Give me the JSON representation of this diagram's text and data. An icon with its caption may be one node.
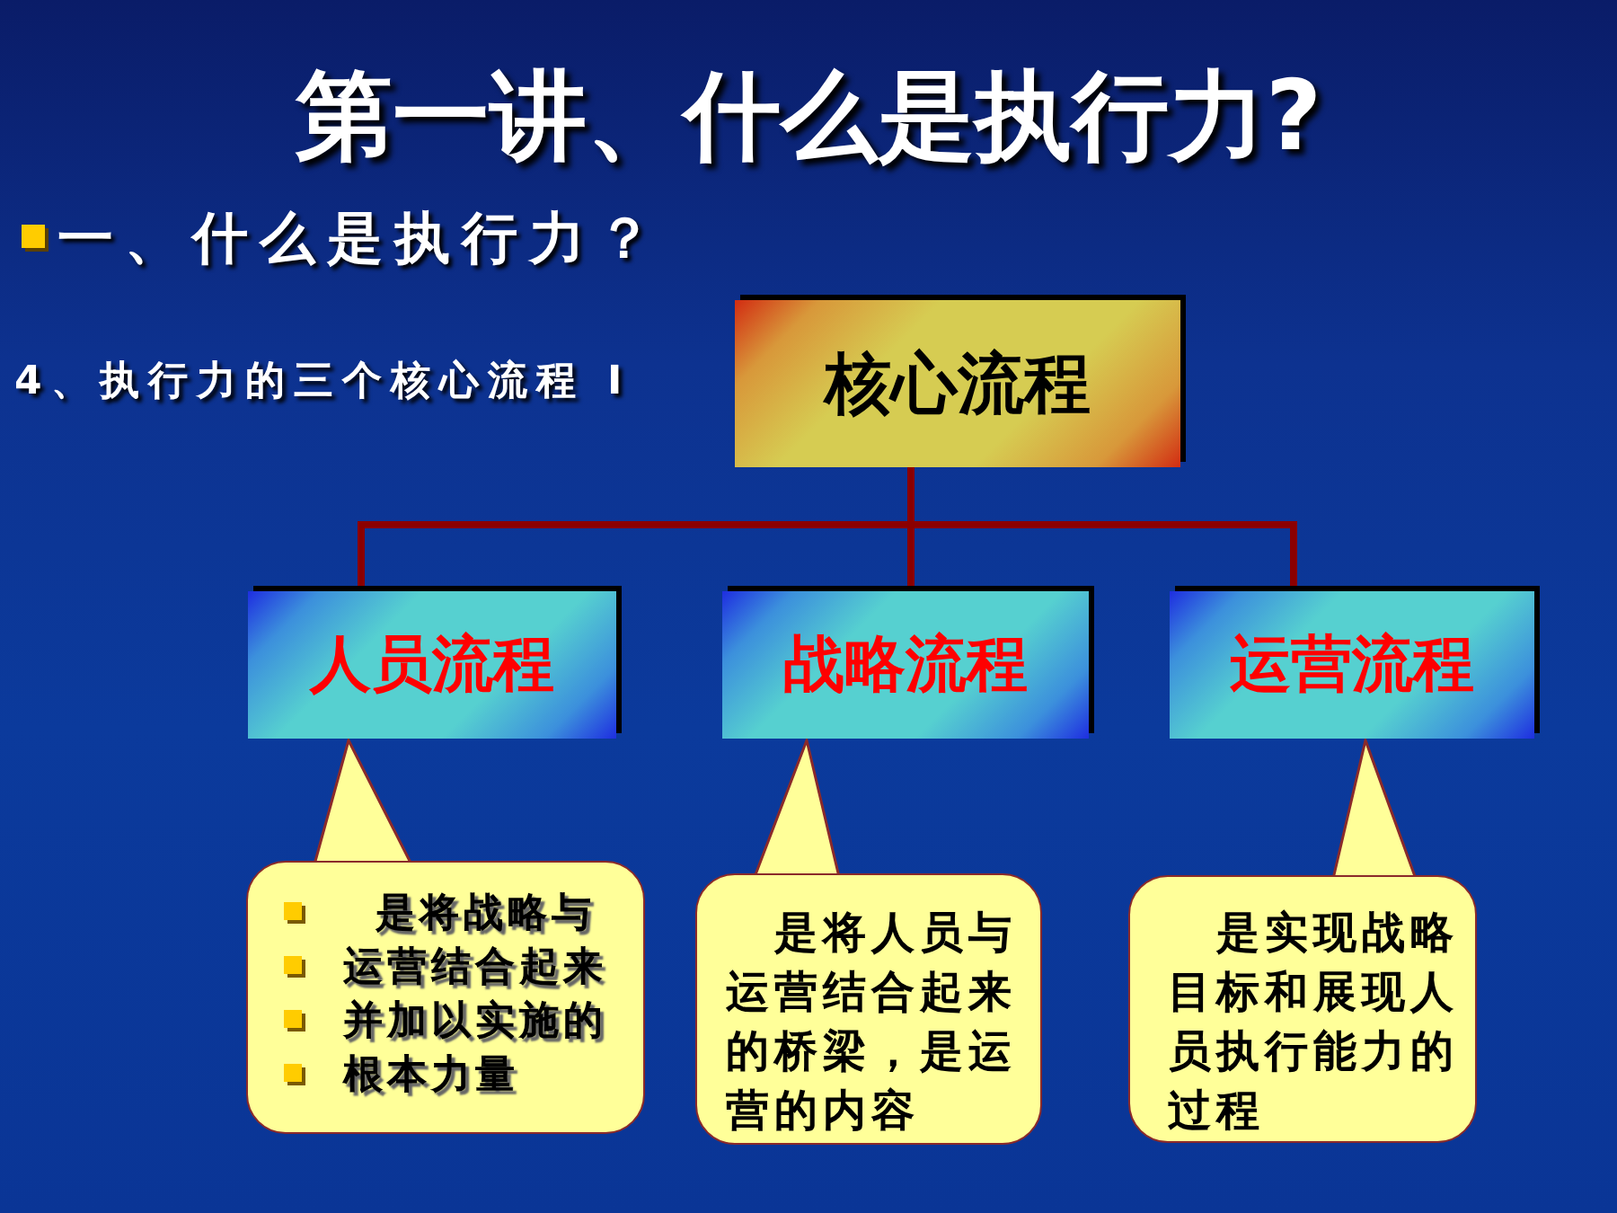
{
  "diagram": {
    "title": "第一讲、什么是执行力?",
    "nodes": [
      {
        "text": [
          "核心流程"
        ]
      },
      {
        "text": [
          "人员流程"
        ]
      },
      {
        "text": [
          "战略流程"
        ]
      },
      {
        "text": [
          "运营流程"
        ]
      },
      {
        "text": [
          "是将战略与",
          "运营结合起来",
          "并加以实施的",
          "根本力量"
        ]
      },
      {
        "text": [
          "是将人员与运营结合起来的桥梁，是运营的内容"
        ]
      },
      {
        "text": [
          "是实现战略目标和展现人员执行能力的过程"
        ]
      }
    ],
    "edges": [
      {
        "from": 0,
        "to": 1,
        "arrow": "none"
      },
      {
        "from": 0,
        "to": 2,
        "arrow": "none"
      },
      {
        "from": 0,
        "to": 3,
        "arrow": "none"
      },
      {
        "from": 4,
        "to": 1,
        "arrow": "to"
      },
      {
        "from": 5,
        "to": 2,
        "arrow": "to"
      },
      {
        "from": 6,
        "to": 3,
        "arrow": "to"
      }
    ],
    "labels": [
      "一、什么是执行力？",
      "4、执行力的三个核心流程 Ⅰ"
    ]
  }
}
